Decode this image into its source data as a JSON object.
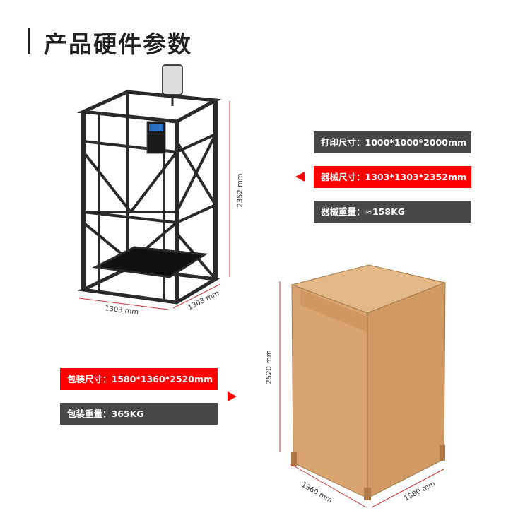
{
  "header": {
    "title": "产品硬件参数"
  },
  "machine": {
    "print_size": "打印尺寸：1000*1000*2000mm",
    "machine_size": "器械尺寸：1303*1303*2352mm",
    "machine_weight": "器械重量：≈158KG",
    "dim_height": "2352 mm",
    "dim_width": "1303 mm",
    "dim_depth": "1303 mm"
  },
  "package": {
    "package_size": "包装尺寸：1580*1360*2520mm",
    "package_weight": "包装重量：365KG",
    "dim_height": "2520 mm",
    "dim_depth": "1360 mm",
    "dim_width": "1580 mm"
  },
  "colors": {
    "accent": "#ff0000",
    "dark": "#474747",
    "wood": "#d9a873"
  }
}
